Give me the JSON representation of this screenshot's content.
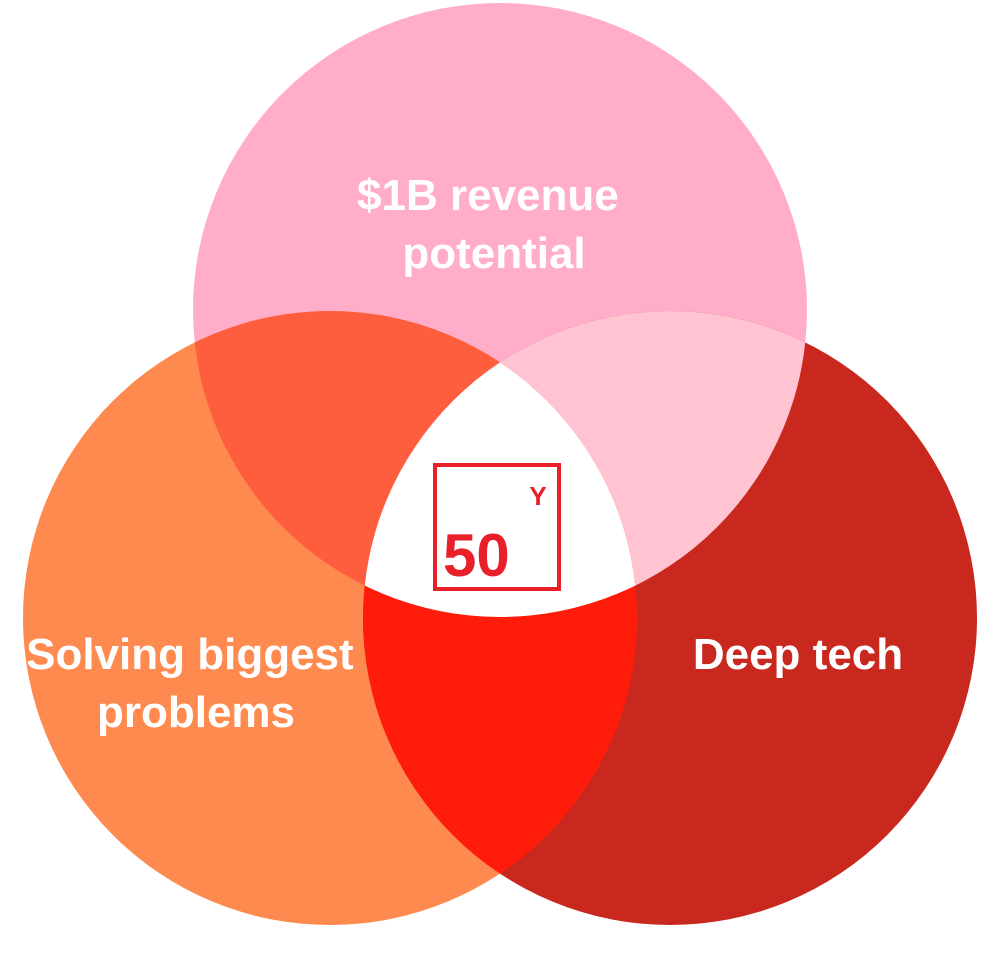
{
  "diagram": {
    "circles": [
      {
        "id": "top",
        "label_lines": [
          "$1B revenue",
          "potential"
        ],
        "color": "#FFADC8"
      },
      {
        "id": "left",
        "label_lines": [
          "Solving biggest",
          "problems"
        ],
        "color": "#FF8A50"
      },
      {
        "id": "right",
        "label_lines": [
          "Deep tech"
        ],
        "color": "#C8281E"
      }
    ],
    "overlap_colors": {
      "top_left": "#FF5E3E",
      "top_right": "#FFC3D2",
      "left_right": "#FF1C0A",
      "center": "#FFFFFF"
    },
    "logo": {
      "number": "50",
      "superscript": "Y",
      "color": "#E8202A"
    }
  }
}
